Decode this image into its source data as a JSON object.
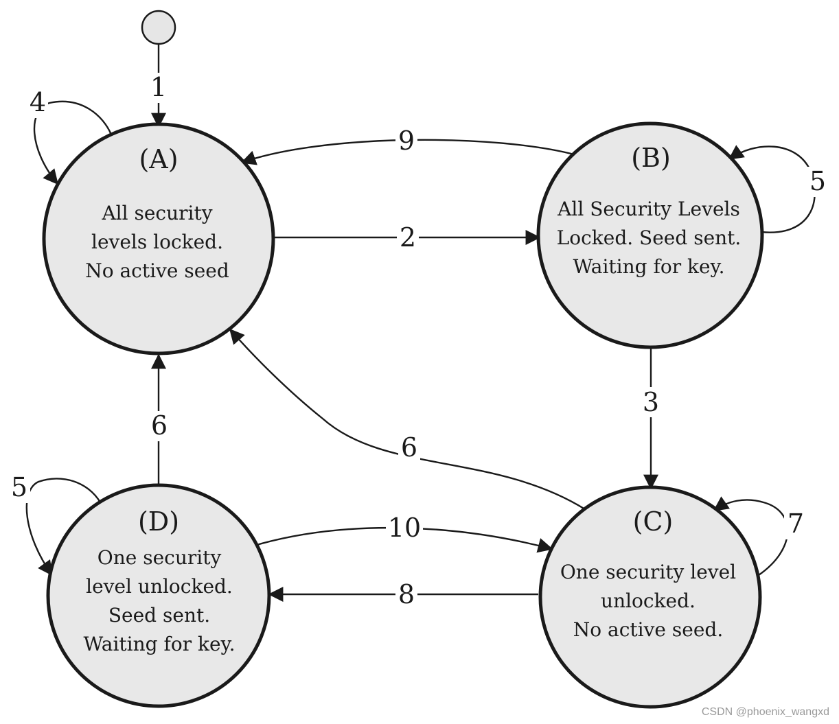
{
  "diagram": {
    "states": [
      {
        "id": "A",
        "label": "(A)",
        "lines": [
          "All security",
          "levels locked.",
          "No active seed"
        ]
      },
      {
        "id": "B",
        "label": "(B)",
        "lines": [
          "All Security Levels",
          "Locked. Seed sent.",
          "Waiting for key."
        ]
      },
      {
        "id": "C",
        "label": "(C)",
        "lines": [
          "One security level",
          "unlocked.",
          "No active seed."
        ]
      },
      {
        "id": "D",
        "label": "(D)",
        "lines": [
          "One security",
          "level unlocked.",
          "Seed sent.",
          "Waiting for key."
        ]
      }
    ],
    "transitions": [
      {
        "from": "start",
        "to": "A",
        "label": "1"
      },
      {
        "from": "A",
        "to": "A",
        "label": "4"
      },
      {
        "from": "A",
        "to": "B",
        "label": "2"
      },
      {
        "from": "B",
        "to": "A",
        "label": "9"
      },
      {
        "from": "B",
        "to": "B",
        "label": "5"
      },
      {
        "from": "B",
        "to": "C",
        "label": "3"
      },
      {
        "from": "C",
        "to": "A",
        "label": "6"
      },
      {
        "from": "C",
        "to": "C",
        "label": "7"
      },
      {
        "from": "C",
        "to": "D",
        "label": "8"
      },
      {
        "from": "D",
        "to": "C",
        "label": "10"
      },
      {
        "from": "D",
        "to": "A",
        "label": "6"
      },
      {
        "from": "D",
        "to": "D",
        "label": "5"
      }
    ]
  },
  "watermark": "CSDN @phoenix_wangxd"
}
